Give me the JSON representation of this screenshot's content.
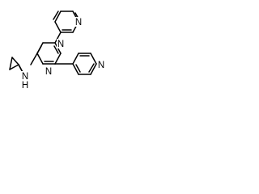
{
  "molecule": {
    "atoms": {
      "pyridin2yl_n": "N",
      "pyrimidine_n3": "N",
      "pyrimidine_n1": "N",
      "amine_n": "N",
      "amine_h": "H",
      "pyridin4yl_n": "N"
    }
  },
  "colors": {
    "bond": "#000000",
    "text": "#000000",
    "background": "#ffffff"
  }
}
